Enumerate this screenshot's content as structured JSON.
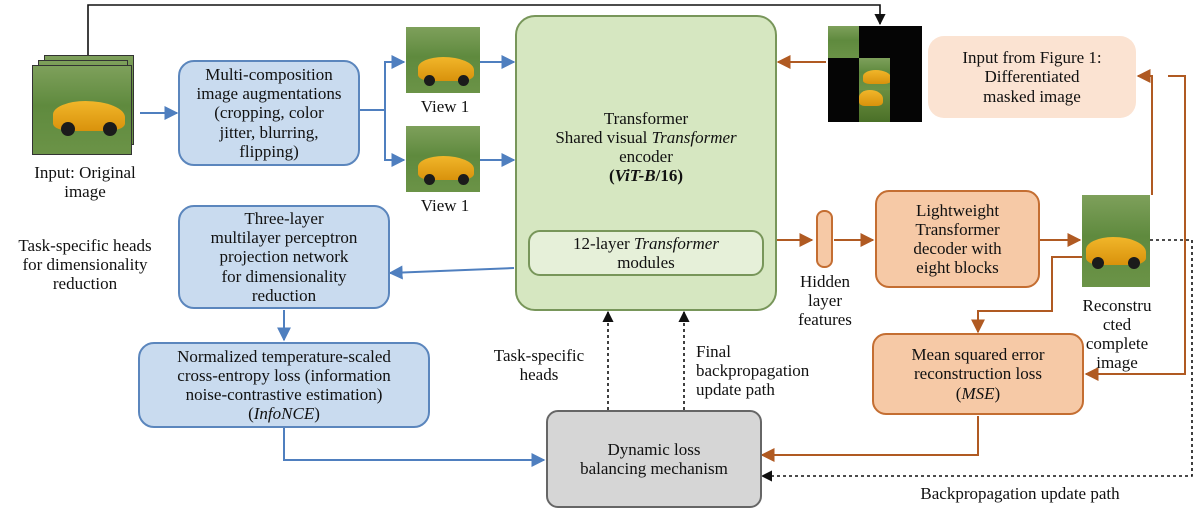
{
  "input_label": [
    "Input: Original",
    "image"
  ],
  "augment_box": [
    "Multi-composition",
    "image augmentations",
    "(cropping, color",
    "jitter, blurring,",
    "flipping)"
  ],
  "view_top_label": "View 1",
  "view_bottom_label": "View 1",
  "encoder_box": {
    "line1": "Transformer",
    "line2_pre": "Shared visual ",
    "line2_em": "Transformer",
    "line3": "encoder",
    "line4_open": "(",
    "line4_em": "ViT-B",
    "line4_rest": "/16)",
    "inner_pre": "12-layer ",
    "inner_em": "Transformer",
    "inner_line2": "modules"
  },
  "masked_label": [
    "Input from Figure 1:",
    "Differentiated",
    "masked image"
  ],
  "mlp_box": [
    "Three-layer",
    "multilayer perceptron",
    "projection network",
    "for dimensionality",
    "reduction"
  ],
  "task_heads_left": [
    "Task-specific heads",
    "for dimensionality",
    "reduction"
  ],
  "infonce_box": [
    "Normalized temperature-scaled",
    "cross-entropy loss (information",
    "noise-contrastive estimation)"
  ],
  "infonce_em": "InfoNCE",
  "hidden_label": [
    "Hidden",
    "layer",
    "features"
  ],
  "decoder_box": [
    "Lightweight",
    "Transformer",
    "decoder with",
    "eight blocks"
  ],
  "recon_label": [
    "Reconstru",
    "cted",
    "complete",
    "image"
  ],
  "mse_box": [
    "Mean squared error",
    "reconstruction loss"
  ],
  "mse_em": "MSE",
  "task_heads_mid": [
    "Task-specific",
    "heads"
  ],
  "final_bp": [
    "Final",
    "backpropagation",
    "update path"
  ],
  "balance_box": [
    "Dynamic loss",
    "balancing mechanism"
  ],
  "bp_label": "Backpropagation update path",
  "colors": {
    "blue_arrow": "#4f7fbf",
    "brown_arrow": "#b05a22",
    "blue_fill": "#c9dbef",
    "green_fill": "#d6e7c1",
    "orange_fill": "#f6c9a6",
    "gray_fill": "#d6d6d6"
  }
}
